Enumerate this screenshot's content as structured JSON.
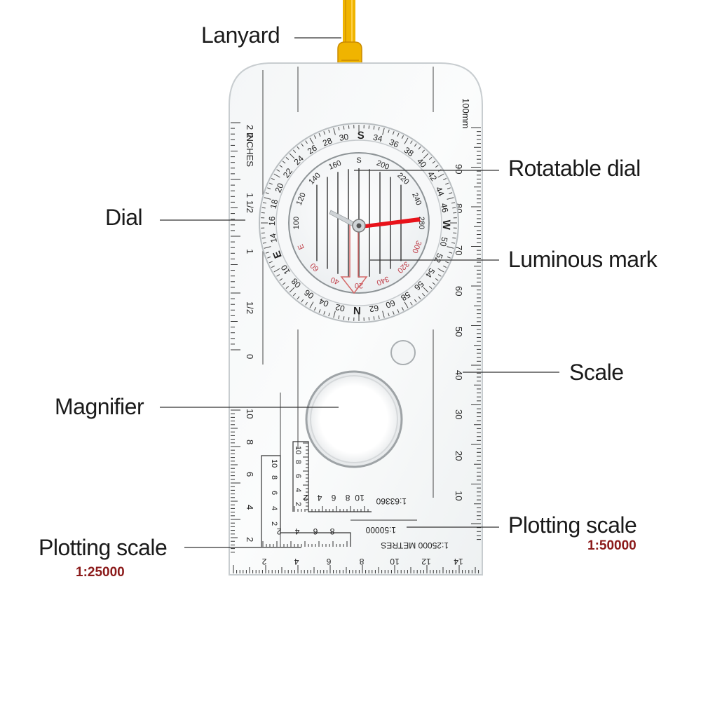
{
  "colors": {
    "lanyard": "#f0b400",
    "needle": "#e8121a",
    "caption_accent": "#8b1a1a",
    "leader_line": "#333333"
  },
  "callouts": {
    "lanyard": "Lanyard",
    "rotatable_dial": "Rotatable dial",
    "dial": "Dial",
    "luminous_mark": "Luminous mark",
    "scale": "Scale",
    "magnifier": "Magnifier",
    "plotting_scale_left": "Plotting scale",
    "plotting_scale_left_ratio": "1:25000",
    "plotting_scale_right": "Plotting scale",
    "plotting_scale_right_ratio": "1:50000"
  },
  "plate": {
    "inches_label": "2 INCHES",
    "mm_label": "100mm",
    "left_ruler_labels": [
      "2",
      "1 1/2",
      "1",
      "1/2",
      "0"
    ],
    "right_ruler_labels": [
      "90",
      "80",
      "70",
      "60",
      "50",
      "40",
      "30",
      "20",
      "10"
    ],
    "lower_left_labels": [
      "10",
      "8",
      "6",
      "4",
      "2"
    ],
    "bottom_ruler_labels": [
      "2",
      "4",
      "6",
      "8",
      "10",
      "12",
      "14"
    ],
    "romer_63360_labels": [
      "2",
      "4",
      "6",
      "8",
      "10"
    ],
    "romer_63360_vertical": [
      "10",
      "8",
      "6",
      "4",
      "2"
    ],
    "romer_25000_labels": [
      "2",
      "4",
      "6",
      "8"
    ],
    "romer_25000_vertical": [
      "10",
      "8",
      "6",
      "4",
      "2"
    ],
    "scale_63360": "1:63360",
    "scale_50000": "1:50000",
    "scale_25000_metres": "1:25000 METRES"
  },
  "dial": {
    "bezel_numbers": [
      "30",
      "S",
      "34",
      "36",
      "38",
      "40",
      "42",
      "44",
      "46",
      "W",
      "50",
      "52",
      "54",
      "56",
      "58",
      "60",
      "62",
      "N",
      "02",
      "04",
      "06",
      "08",
      "10",
      "E",
      "14",
      "16",
      "18",
      "20",
      "22",
      "24",
      "26",
      "28"
    ],
    "inner_numbers": [
      "S",
      "200",
      "220",
      "240",
      "280",
      "300",
      "320",
      "340",
      "20",
      "40",
      "60",
      "E",
      "100",
      "120",
      "140",
      "160"
    ]
  }
}
